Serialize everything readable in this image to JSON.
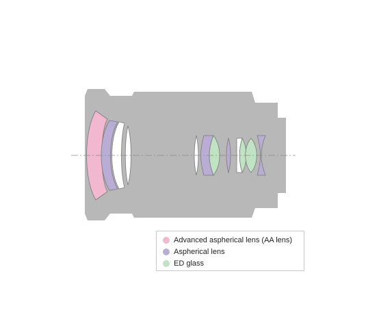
{
  "colors": {
    "body": "#b8b8b8",
    "aa_lens": "#f1b8d0",
    "aspherical": "#b9acd5",
    "ed_glass": "#bfe3c3",
    "standard": "#ffffff",
    "axis": "#8a8a8a"
  },
  "legend": {
    "items": [
      {
        "label": "Advanced aspherical lens (AA lens)",
        "color": "#f1b8d0"
      },
      {
        "label": "Aspherical lens",
        "color": "#b9acd5"
      },
      {
        "label": "ED glass",
        "color": "#bfe3c3"
      }
    ]
  }
}
